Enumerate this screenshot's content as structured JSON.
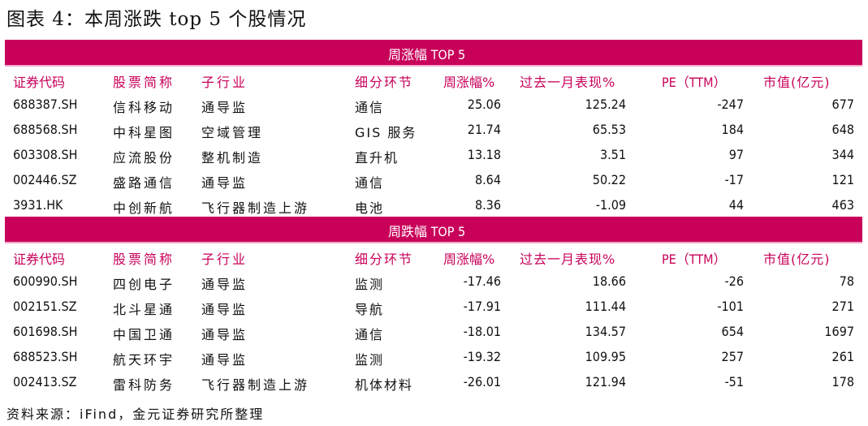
{
  "title": "图表 4：本周涨跌 top 5 个股情况",
  "colors": {
    "band": "#c8005a",
    "header_text": "#c8005a",
    "band_text": "#ffffff"
  },
  "columns": [
    "证券代码",
    "股票简称",
    "子行业",
    "细分环节",
    "周涨幅%",
    "过去一月表现%",
    "PE（TTM）",
    "市值(亿元)"
  ],
  "sections": [
    {
      "label": "周涨幅 TOP 5",
      "headers": [
        "证券代码",
        "股票简称",
        "子行业",
        "细分环节",
        "周涨幅%",
        "过去一月表现%",
        "PE（TTM）",
        "市值(亿元)"
      ],
      "rows": [
        {
          "code": "688387.SH",
          "name": "信科移动",
          "sub_industry": "通导监",
          "segment": "通信",
          "weekly_pct": "25.06",
          "month_pct": "125.24",
          "pe": "-247",
          "mcap": "677"
        },
        {
          "code": "688568.SH",
          "name": "中科星图",
          "sub_industry": "空域管理",
          "segment": "GIS 服务",
          "weekly_pct": "21.74",
          "month_pct": "65.53",
          "pe": "184",
          "mcap": "648"
        },
        {
          "code": "603308.SH",
          "name": "应流股份",
          "sub_industry": "整机制造",
          "segment": "直升机",
          "weekly_pct": "13.18",
          "month_pct": "3.51",
          "pe": "97",
          "mcap": "344"
        },
        {
          "code": "002446.SZ",
          "name": "盛路通信",
          "sub_industry": "通导监",
          "segment": "通信",
          "weekly_pct": "8.64",
          "month_pct": "50.22",
          "pe": "-17",
          "mcap": "121"
        },
        {
          "code": "3931.HK",
          "name": "中创新航",
          "sub_industry": "飞行器制造上游",
          "segment": "电池",
          "weekly_pct": "8.36",
          "month_pct": "-1.09",
          "pe": "44",
          "mcap": "463"
        }
      ]
    },
    {
      "label": "周跌幅 TOP 5",
      "headers": [
        "证券代码",
        "股票简称",
        "子行业",
        "细分环节",
        "周涨幅%",
        "过去一月表现%",
        "PE（TTM）",
        "市值(亿元)"
      ],
      "rows": [
        {
          "code": "600990.SH",
          "name": "四创电子",
          "sub_industry": "通导监",
          "segment": "监测",
          "weekly_pct": "-17.46",
          "month_pct": "18.66",
          "pe": "-26",
          "mcap": "78"
        },
        {
          "code": "002151.SZ",
          "name": "北斗星通",
          "sub_industry": "通导监",
          "segment": "导航",
          "weekly_pct": "-17.91",
          "month_pct": "111.44",
          "pe": "-101",
          "mcap": "271"
        },
        {
          "code": "601698.SH",
          "name": "中国卫通",
          "sub_industry": "通导监",
          "segment": "通信",
          "weekly_pct": "-18.01",
          "month_pct": "134.57",
          "pe": "654",
          "mcap": "1697"
        },
        {
          "code": "688523.SH",
          "name": "航天环宇",
          "sub_industry": "通导监",
          "segment": "监测",
          "weekly_pct": "-19.32",
          "month_pct": "109.95",
          "pe": "257",
          "mcap": "261"
        },
        {
          "code": "002413.SZ",
          "name": "雷科防务",
          "sub_industry": "飞行器制造上游",
          "segment": "机体材料",
          "weekly_pct": "-26.01",
          "month_pct": "121.94",
          "pe": "-51",
          "mcap": "178"
        }
      ]
    }
  ],
  "source": "资料来源：iFind，金元证券研究所整理"
}
